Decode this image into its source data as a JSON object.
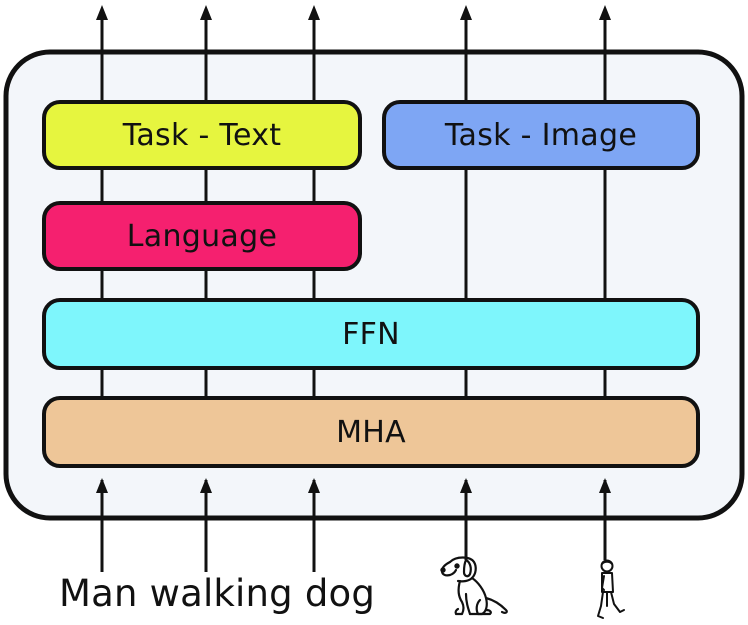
{
  "blocks": {
    "task_text": {
      "label": "Task - Text",
      "color": "#e6f53f"
    },
    "task_image": {
      "label": "Task - Image",
      "color": "#7ea6f4"
    },
    "language": {
      "label": "Language",
      "color": "#f5206f"
    },
    "ffn": {
      "label": "FFN",
      "color": "#7ef6fc"
    },
    "mha": {
      "label": "MHA",
      "color": "#eec698"
    }
  },
  "container": {
    "fill": "#f3f6fa"
  },
  "inputs": {
    "text_caption": "Man walking dog",
    "image_icons": [
      "dog-icon",
      "walking-person-icon"
    ]
  }
}
